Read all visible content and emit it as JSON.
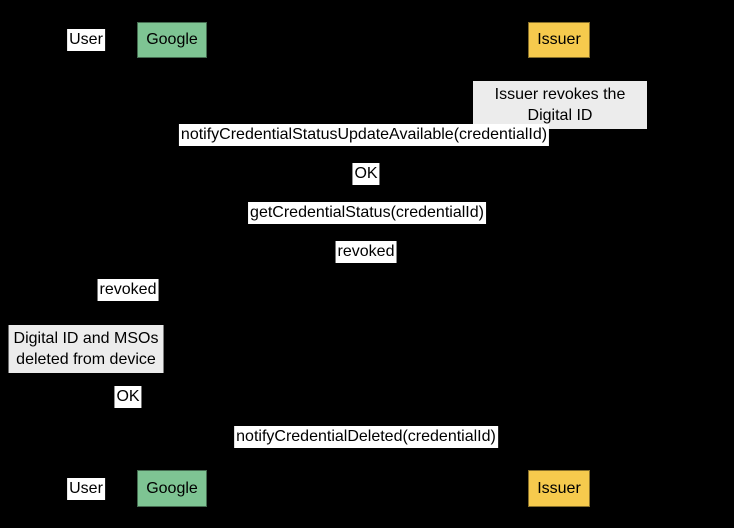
{
  "diagram": {
    "kind": "sequence-diagram",
    "background_color": "#000000",
    "message_label_bg": "#FFFFFF",
    "note_bg": "#ECECEC",
    "text_color": "#000000",
    "actors": {
      "user": {
        "label": "User",
        "fill": "#FFFFFF"
      },
      "google": {
        "label": "Google",
        "fill": "#7EC493"
      },
      "issuer": {
        "label": "Issuer",
        "fill": "#F6CA4D"
      }
    },
    "notes": [
      {
        "text": "Issuer revokes the Digital ID"
      },
      {
        "text": "Digital ID and MSOs\ndeleted from device"
      }
    ],
    "messages": [
      {
        "text": "notifyCredentialStatusUpdateAvailable(credentialId)"
      },
      {
        "text": "OK"
      },
      {
        "text": "getCredentialStatus(credentialId)"
      },
      {
        "text": "revoked"
      },
      {
        "text": "revoked"
      },
      {
        "text": "OK"
      },
      {
        "text": "notifyCredentialDeleted(credentialId)"
      }
    ]
  }
}
